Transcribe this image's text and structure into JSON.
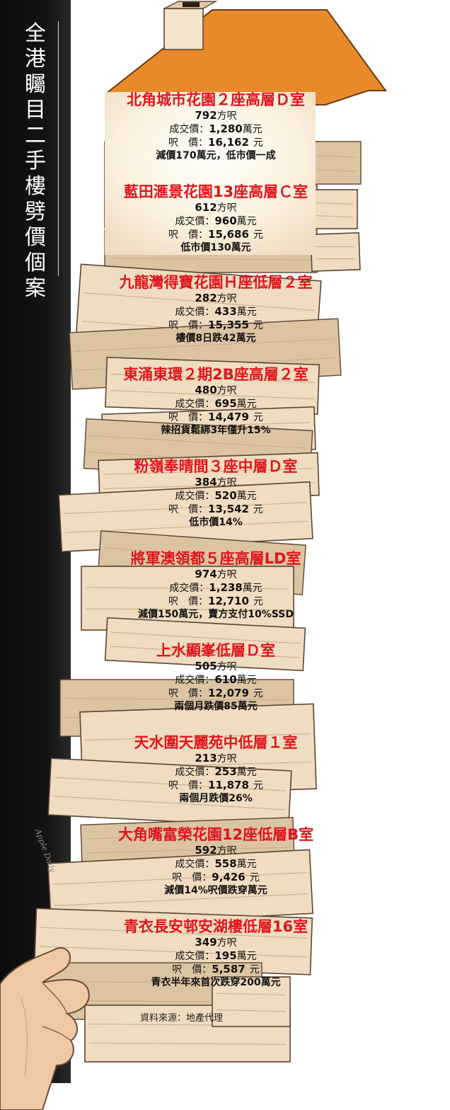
{
  "vertical_title": [
    "全",
    "港",
    "矚",
    "目",
    "二",
    "手",
    "樓",
    "劈",
    "價",
    "個",
    "案"
  ],
  "cases": [
    {
      "name": "北角城市花園２座高層Ｄ室",
      "area": "792",
      "price": "1,280",
      "psf": "16,162",
      "note": "減價170萬元，低市價一成"
    },
    {
      "name": "藍田滙景花園13座高層Ｃ室",
      "area": "612",
      "price": "960",
      "psf": "15,686",
      "note": "低市價130萬元"
    },
    {
      "name": "九龍灣得寶花園Ｈ座低層２室",
      "area": "282",
      "price": "433",
      "psf": "15,355",
      "note": "樓價8日跌42萬元"
    },
    {
      "name": "東涌東環２期2B座高層２室",
      "area": "480",
      "price": "695",
      "psf": "14,479",
      "note": "辣招貨鬆綁3年僅升15%"
    },
    {
      "name": "粉嶺奉晴間３座中層Ｄ室",
      "area": "384",
      "price": "520",
      "psf": "13,542",
      "note": "低市價14%"
    },
    {
      "name": "將軍澳領都５座高層LD室",
      "area": "974",
      "price": "1,238",
      "psf": "12,710",
      "note": "減價150萬元，賣方支付10%SSD"
    },
    {
      "name": "上水顯峯低層Ｄ室",
      "area": "505",
      "price": "610",
      "psf": "12,079",
      "note": "兩個月跌價85萬元"
    },
    {
      "name": "天水圍天麗苑中低層１室",
      "area": "213",
      "price": "253",
      "psf": "11,878",
      "note": "兩個月跌價26%"
    },
    {
      "name": "大角嘴富榮花園12座低層B室",
      "area": "592",
      "price": "558",
      "psf": "9,426",
      "note": "減價14%呎價跌穿萬元"
    },
    {
      "name": "青衣長安邨安湖樓低層16室",
      "area": "349",
      "price": "195",
      "psf": "5,587",
      "note": "青衣半年來首次跌穿200萬元"
    }
  ],
  "labels": {
    "area_unit": "方呎",
    "price_label": "成交價：",
    "price_unit": "萬元",
    "psf_label": "呎　價：",
    "psf_unit": "元"
  },
  "source": "資料來源：地產代理",
  "signature": "Apple Daily",
  "colors": {
    "title_red": "#e0141b",
    "roof_orange": "#e98a2a",
    "block_wood": "#f0dcc0"
  }
}
